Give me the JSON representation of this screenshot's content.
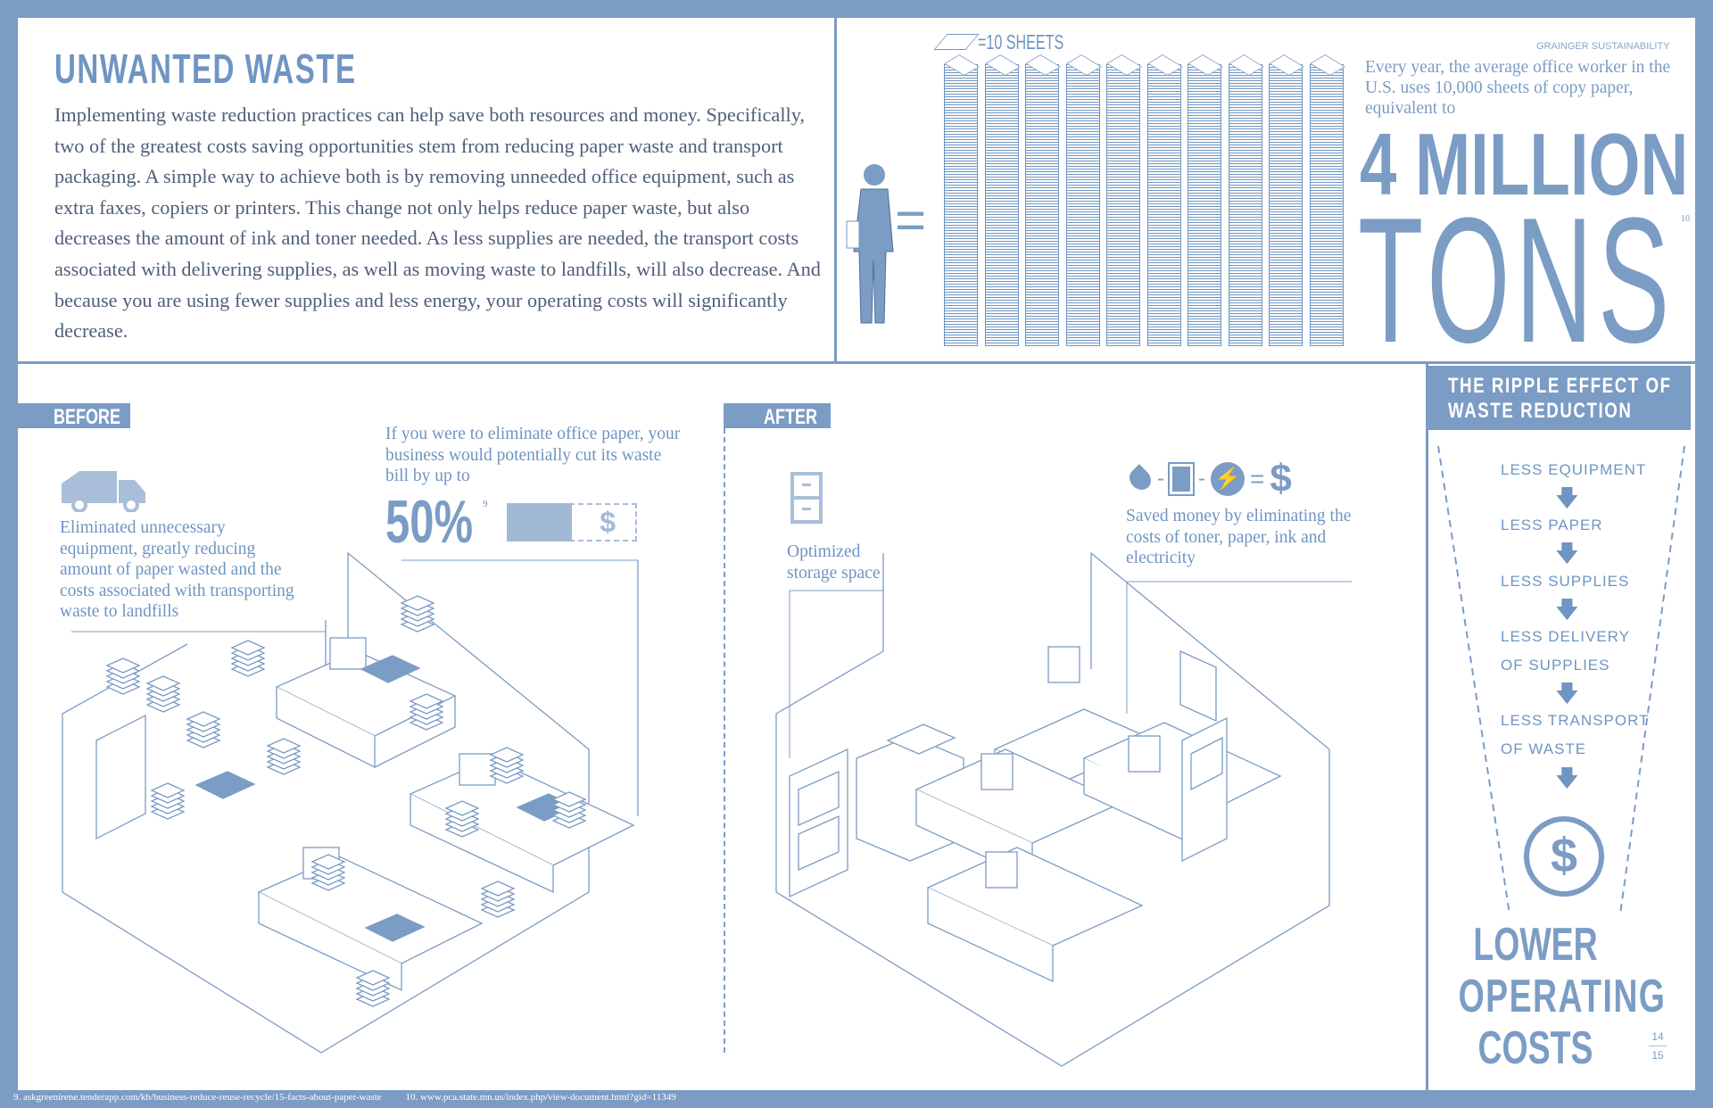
{
  "title": "UNWANTED WASTE",
  "intro": "Implementing waste reduction practices can help save both resources and money. Specifically, two of the greatest costs saving opportunities stem from reducing paper waste and transport packaging. A simple way to achieve both is by removing unneeded office equipment, such as extra faxes, copiers or printers. This change not only helps reduce paper waste, but also decreases the amount of ink and toner needed. As less supplies are needed, the transport costs associated with delivering supplies, as well as moving waste to landfills, will also decrease. And because you are using fewer supplies and less energy, your operating costs will significantly decrease.",
  "paper_stat": {
    "legend": "=10 SHEETS",
    "equals": "=",
    "stack_count": 10,
    "brand": "GRAINGER SUSTAINABILITY",
    "description": "Every year, the average office worker in the U.S. uses 10,000 sheets of copy paper, equivalent to",
    "headline_1": "4 MILLION",
    "headline_2": "TONS",
    "footnote": "10"
  },
  "before": {
    "label": "BEFORE",
    "note": "Eliminated unnecessary equipment, greatly reducing amount of paper wasted and the costs associated with transporting waste to landfills",
    "stat_text": "If you were to eliminate office paper, your business would potentially cut its waste bill by up to",
    "percent": "50%",
    "percent_value": 50,
    "footnote": "9",
    "dollar": "$"
  },
  "after": {
    "label": "AFTER",
    "storage_note": "Optimized storage space",
    "savings_note": "Saved money by eliminating the costs of toner, paper, ink and electricity",
    "equation_ops": [
      "-",
      "-",
      "="
    ],
    "dollar": "$"
  },
  "ripple": {
    "title_1": "THE RIPPLE EFFECT OF",
    "title_2": "WASTE REDUCTION",
    "items": [
      "LESS EQUIPMENT",
      "LESS PAPER",
      "LESS SUPPLIES",
      "LESS DELIVERY",
      "OF SUPPLIES",
      "LESS TRANSPORT",
      "OF WASTE"
    ],
    "dollar": "$",
    "result_1": "LOWER",
    "result_2": "OPERATING",
    "result_3": "COSTS",
    "page_top": "14",
    "page_bottom": "15"
  },
  "footer": {
    "ref_9": "9. askgreenirene.tenderapp.com/kb/business-reduce-reuse-recycle/15-facts-about-paper-waste",
    "ref_10": "10. www.pca.state.mn.us/index.php/view-document.html?gid=11349"
  },
  "colors": {
    "accent": "#7b9cc4",
    "text": "#4f5f78"
  }
}
